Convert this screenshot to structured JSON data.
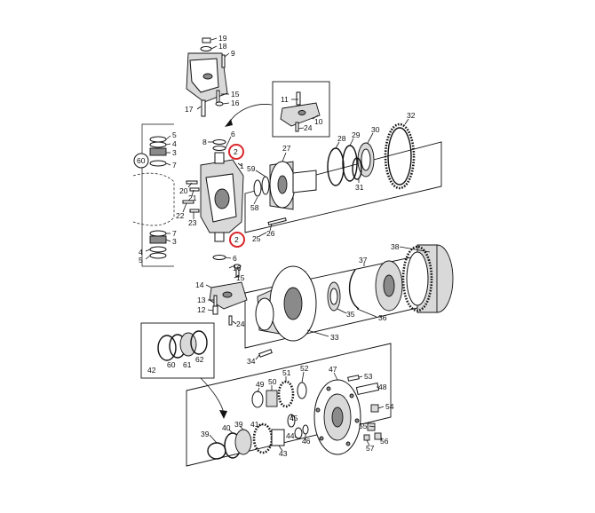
{
  "highlight_color": "#d9262a",
  "ink_color": "#111111",
  "callouts": {
    "c19": "19",
    "c18": "18",
    "c9": "9",
    "c17": "17",
    "c15a": "15",
    "c16a": "16",
    "c11": "11",
    "c10": "10",
    "c24a": "24",
    "c5a": "5",
    "c4a": "4",
    "c3a": "3",
    "c7a": "7",
    "c60a": "60",
    "c8a": "8",
    "c6a": "6",
    "c2a": "2",
    "c1": "1",
    "c20": "20",
    "c21": "21",
    "c22": "22",
    "c23": "23",
    "c27": "27",
    "c59": "59",
    "c58": "58",
    "c28": "28",
    "c29": "29",
    "c30": "30",
    "c31": "31",
    "c32": "32",
    "c26": "26",
    "c25": "25",
    "c7b": "7",
    "c3b": "3",
    "c4b": "4",
    "c5b": "5",
    "c2b": "2",
    "c6b": "6",
    "c16b": "16",
    "c15b": "15",
    "c14": "14",
    "c13": "13",
    "c12": "12",
    "c24b": "24",
    "c38": "38",
    "c37": "37",
    "c35": "35",
    "c36": "36",
    "c33": "33",
    "c34": "34",
    "c42": "42",
    "c60b": "60",
    "c61": "61",
    "c62": "62",
    "c49": "49",
    "c50": "50",
    "c51": "51",
    "c52": "52",
    "c47": "47",
    "c53": "53",
    "c48": "48",
    "c54": "54",
    "c45": "45",
    "c44": "44",
    "c46": "46",
    "c55": "55",
    "c56": "56",
    "c57": "57",
    "c39a": "39",
    "c40": "40",
    "c39b": "39",
    "c41": "41",
    "c43": "43"
  }
}
